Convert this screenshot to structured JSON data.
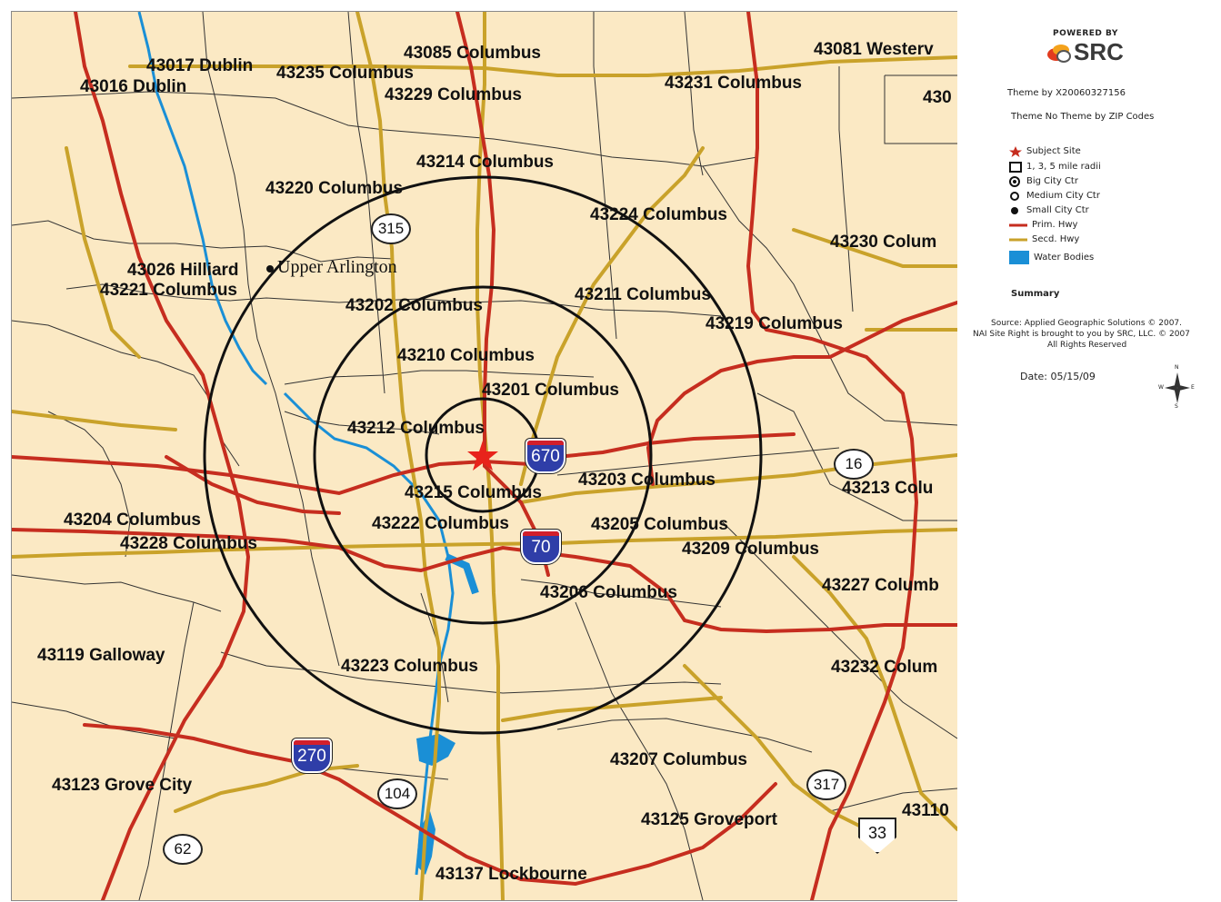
{
  "map": {
    "zip_labels": [
      {
        "code": "43085 Columbus"
      },
      {
        "code": "43081 Westerv"
      },
      {
        "code": "43017 Dublin"
      },
      {
        "code": "43235 Columbus"
      },
      {
        "code": "43016 Dublin"
      },
      {
        "code": "43229 Columbus"
      },
      {
        "code": "43231 Columbus"
      },
      {
        "code": "430"
      },
      {
        "code": "43214 Columbus"
      },
      {
        "code": "43220 Columbus"
      },
      {
        "code": "43224 Columbus"
      },
      {
        "code": "43230 Colum"
      },
      {
        "code": "43026 Hilliard"
      },
      {
        "code": "43221 Columbus"
      },
      {
        "code": "43202 Columbus"
      },
      {
        "code": "43211 Columbus"
      },
      {
        "code": "43219 Columbus"
      },
      {
        "code": "43210 Columbus"
      },
      {
        "code": "43201 Columbus"
      },
      {
        "code": "43212 Columbus"
      },
      {
        "code": "43203 Columbus"
      },
      {
        "code": "43213 Colu"
      },
      {
        "code": "43215 Columbus"
      },
      {
        "code": "43204 Columbus"
      },
      {
        "code": "43222 Columbus"
      },
      {
        "code": "43205 Columbus"
      },
      {
        "code": "43228 Columbus"
      },
      {
        "code": "43209 Columbus"
      },
      {
        "code": "43227 Columb"
      },
      {
        "code": "43206 Columbus"
      },
      {
        "code": "43119 Galloway"
      },
      {
        "code": "43223 Columbus"
      },
      {
        "code": "43232 Colum"
      },
      {
        "code": "43207 Columbus"
      },
      {
        "code": "43123 Grove City"
      },
      {
        "code": "43110"
      },
      {
        "code": "43125 Groveport"
      },
      {
        "code": "43137 Lockbourne"
      }
    ],
    "place_labels": [
      "Upper Arlington"
    ],
    "route_shields": {
      "us315": "315",
      "i670": "670",
      "i70": "70",
      "i270": "270",
      "us16": "16",
      "us104": "104",
      "us317": "317",
      "us62": "62",
      "us33": "33"
    },
    "colors": {
      "background": "#fbe9c4",
      "primary_highway": "#c62d1f",
      "secondary_highway": "#c9a22a",
      "water": "#1a8fd6",
      "subject_site": "#e8231b",
      "boundary": "#333333"
    }
  },
  "panel": {
    "powered_by": "POWERED BY",
    "brand": "SRC",
    "theme_by": "Theme by X20060327156",
    "theme_no": "Theme No Theme by ZIP Codes",
    "legend": [
      {
        "label": "Subject Site",
        "icon": "star-icon"
      },
      {
        "label": "1, 3, 5 mile radii",
        "icon": "square-icon"
      },
      {
        "label": "Big City Ctr",
        "icon": "big-city-icon"
      },
      {
        "label": "Medium City Ctr",
        "icon": "medium-city-icon"
      },
      {
        "label": "Small City Ctr",
        "icon": "small-city-icon"
      },
      {
        "label": "Prim. Hwy",
        "icon": "primary-highway-line"
      },
      {
        "label": "Secd. Hwy",
        "icon": "secondary-highway-line"
      },
      {
        "label": "Water Bodies",
        "icon": "water-swatch"
      }
    ],
    "summary_heading": "Summary",
    "source_line1": "Source: Applied Geographic Solutions © 2007.",
    "source_line2": "NAI Site Right is brought to you by SRC, LLC. © 2007",
    "source_line3": "All Rights Reserved",
    "date": "Date: 05/15/09",
    "compass": {
      "n": "N",
      "s": "S",
      "e": "E",
      "w": "W"
    }
  }
}
